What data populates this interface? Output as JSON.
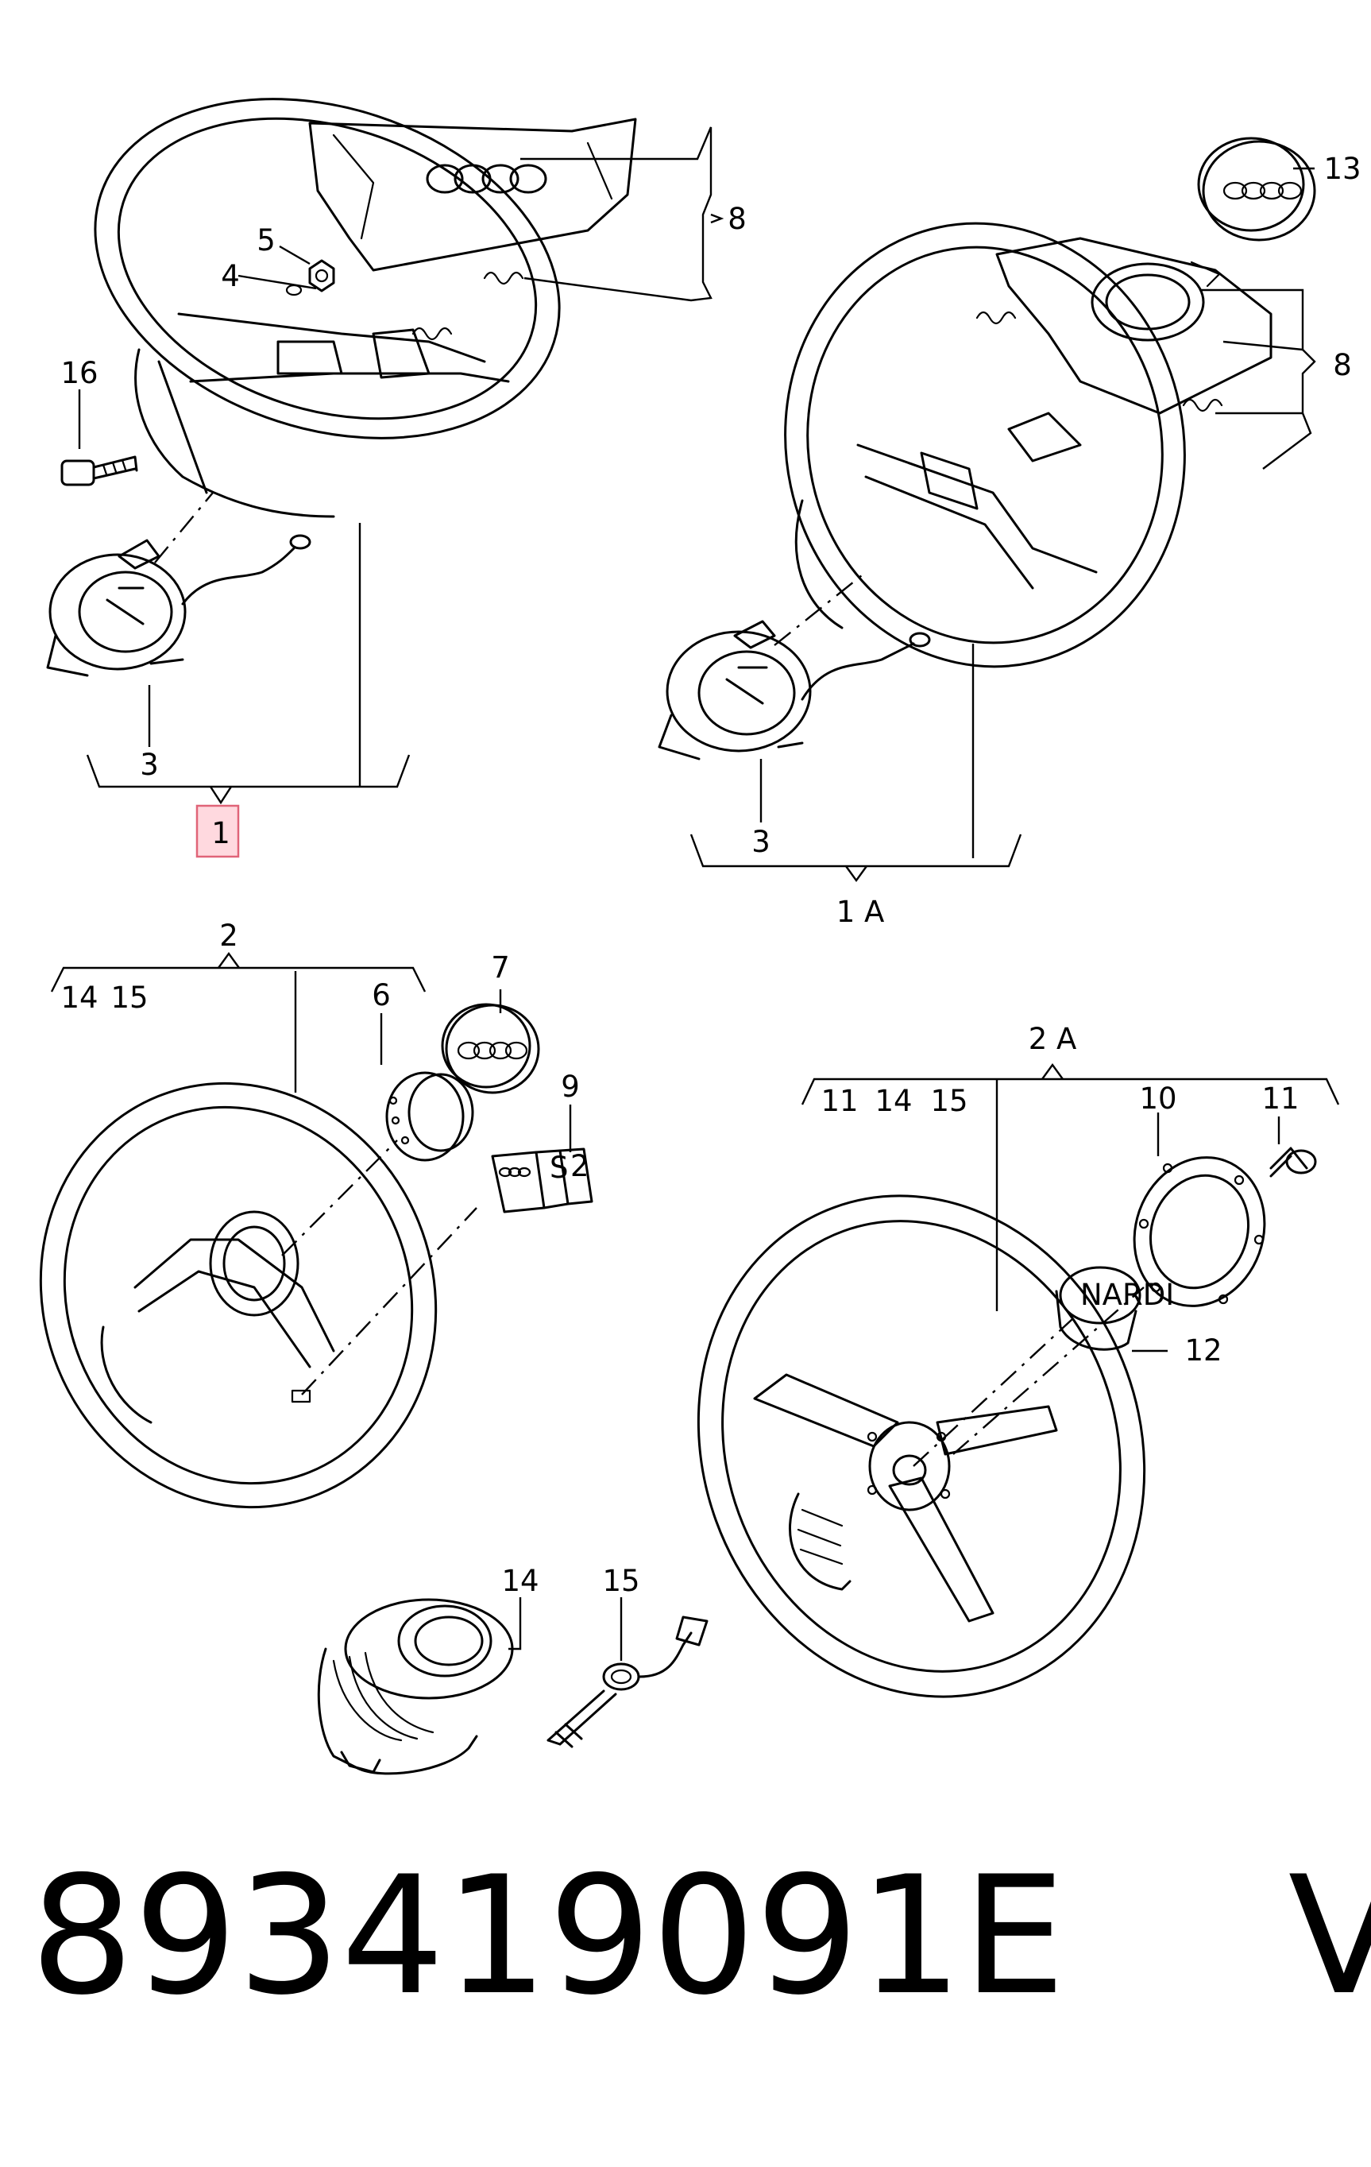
{
  "labels": {
    "l1": "1",
    "l1a": "1 A",
    "l2": "2",
    "l2a": "2 A",
    "l3a": "3",
    "l3b": "3",
    "l4": "4",
    "l5": "5",
    "l6": "6",
    "l7": "7",
    "l8a": "8",
    "l8b": "8",
    "l9": "9",
    "l10": "10",
    "l11a": "11",
    "l11b": "11",
    "l12": "12",
    "l13": "13",
    "l14a": "14",
    "l14b": "14",
    "l14c": "14",
    "l15a": "15",
    "l15b": "15",
    "l15c": "15",
    "l16": "16"
  },
  "emblem_text": {
    "nardi": "NARDI",
    "letter_s": "S",
    "digit_2": "2"
  },
  "footer": {
    "part_number": "893419091E",
    "brand": "VAG"
  },
  "highlight_color": "#e06478"
}
